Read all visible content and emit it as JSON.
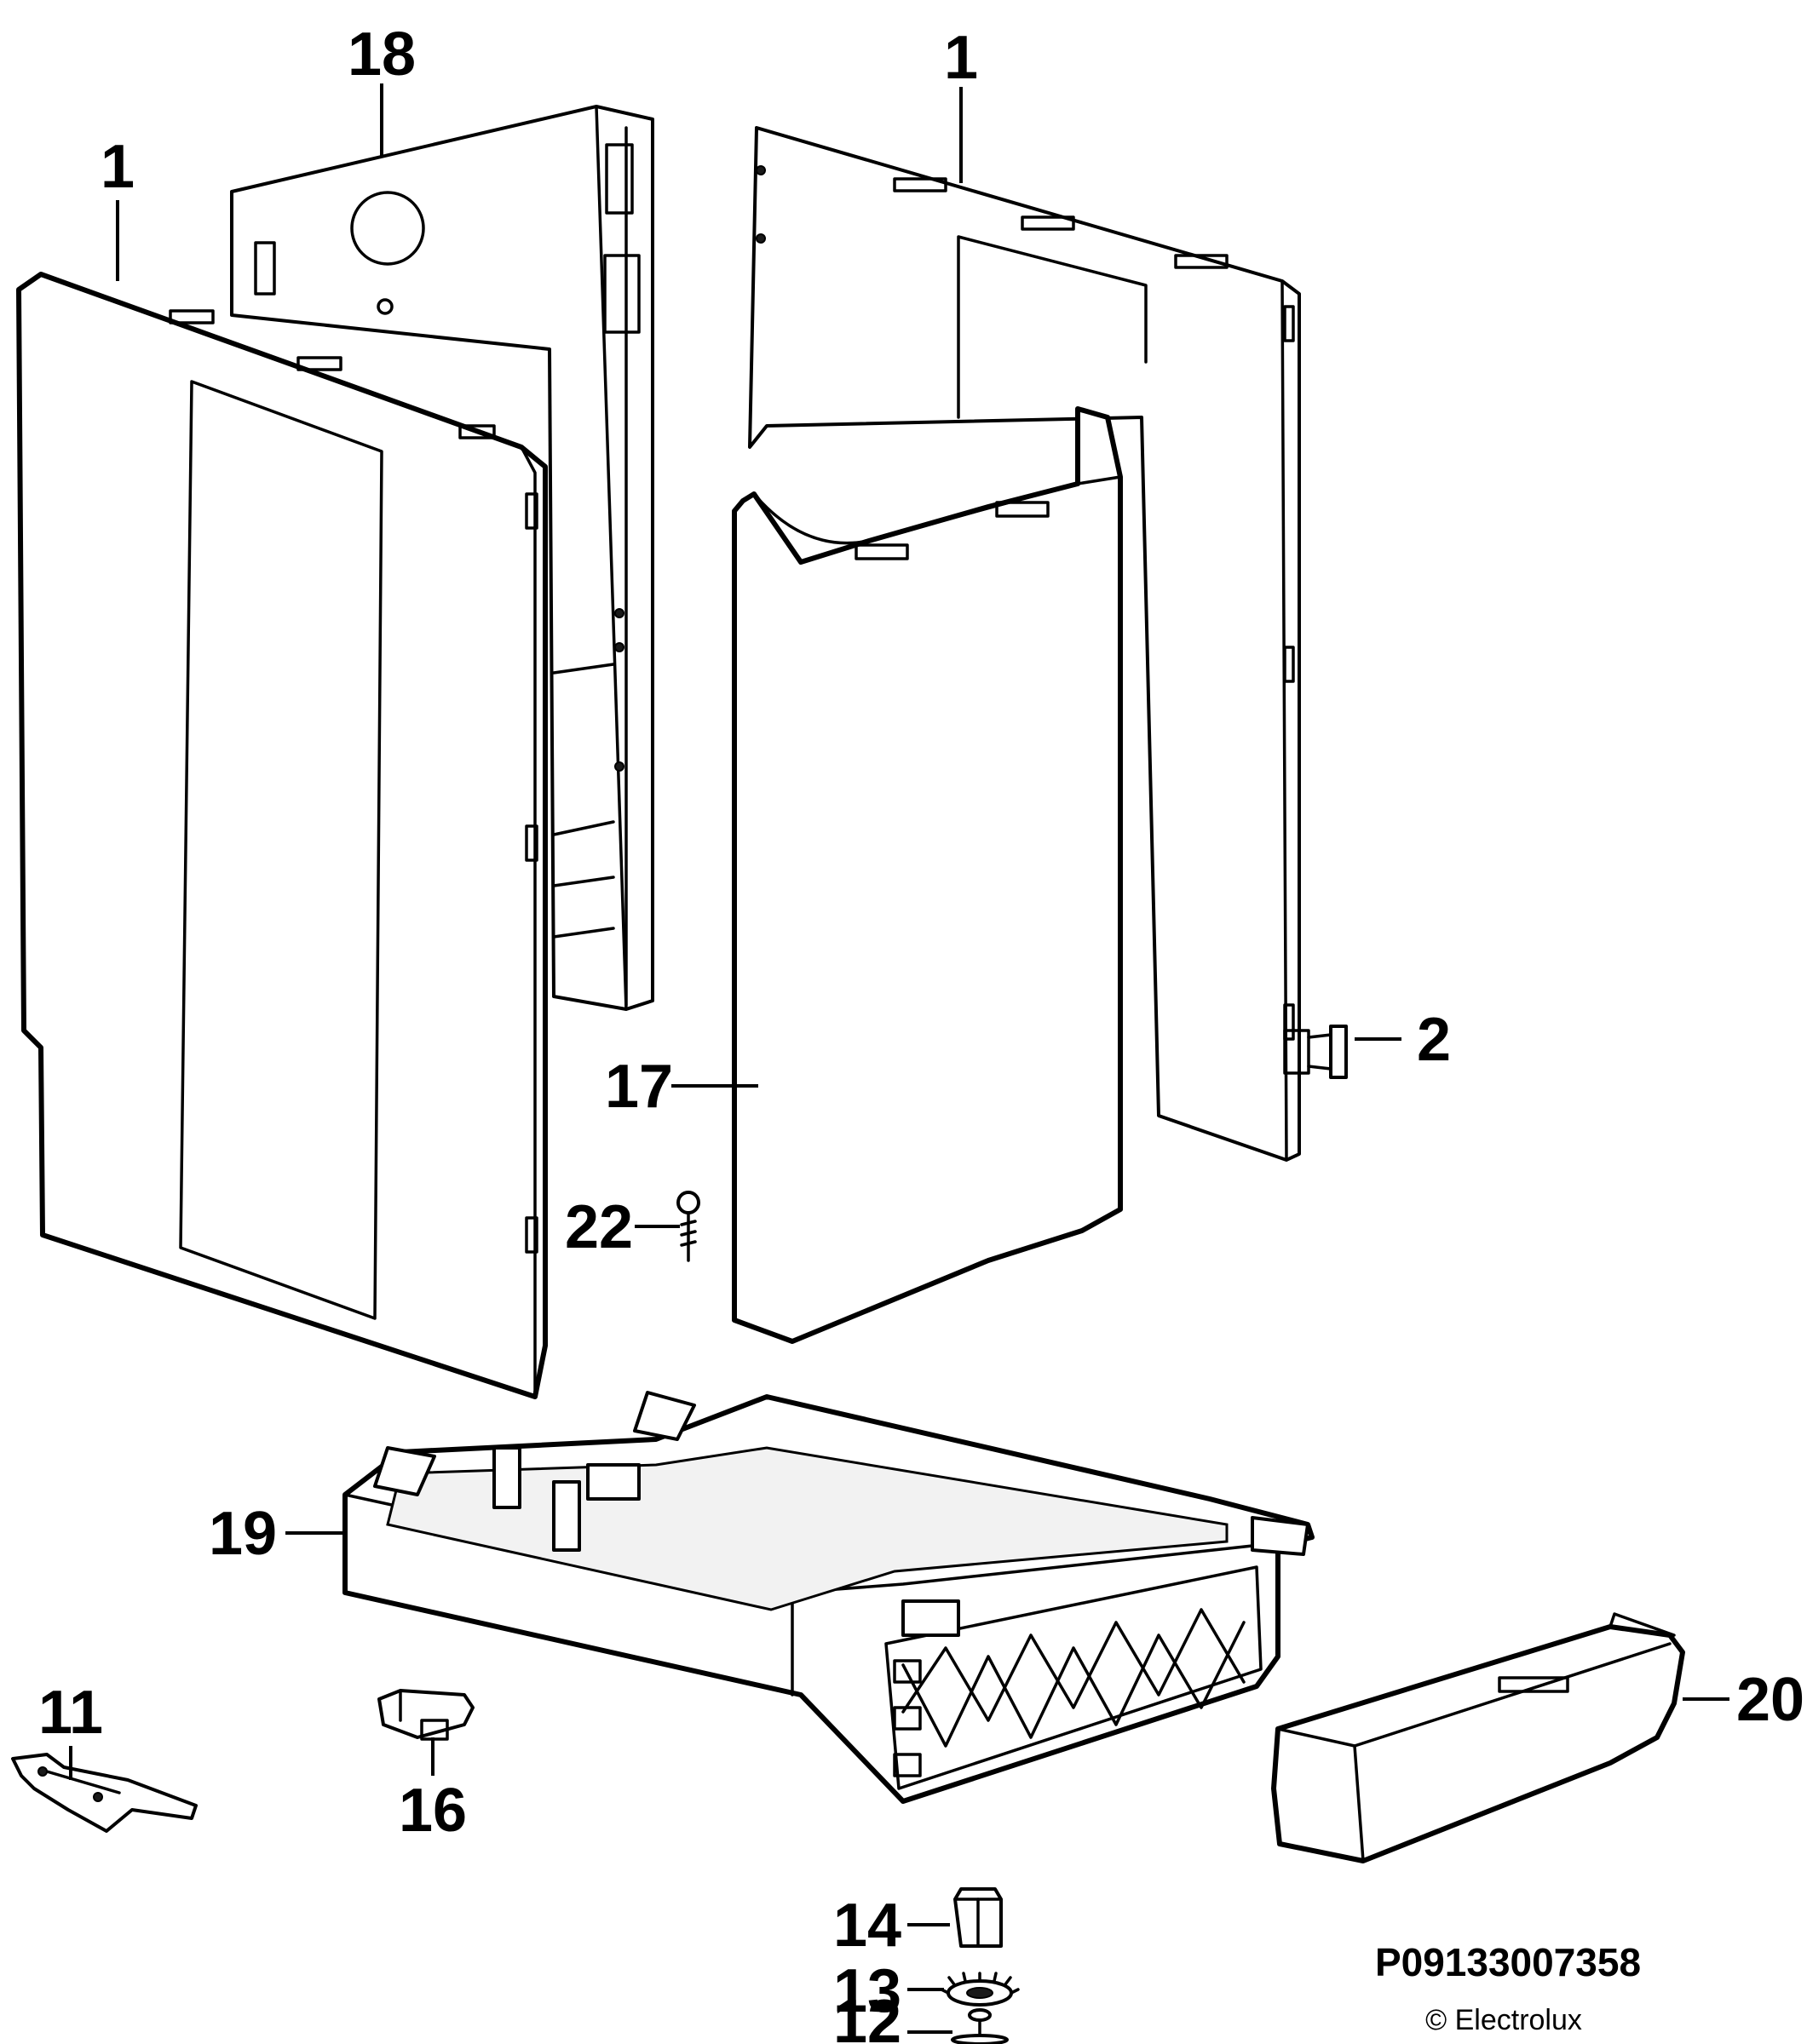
{
  "diagram": {
    "reference_code": "P09133007358",
    "copyright": "© Electrolux",
    "callouts": {
      "side_panel_left": "1",
      "rear_panel": "18",
      "side_panel_right": "1",
      "clip": "2",
      "front_cover": "17",
      "screw": "22",
      "base_frame": "19",
      "plinth": "20",
      "bracket": "11",
      "connector": "16",
      "nut": "14",
      "washer": "13",
      "foot": "12"
    }
  }
}
